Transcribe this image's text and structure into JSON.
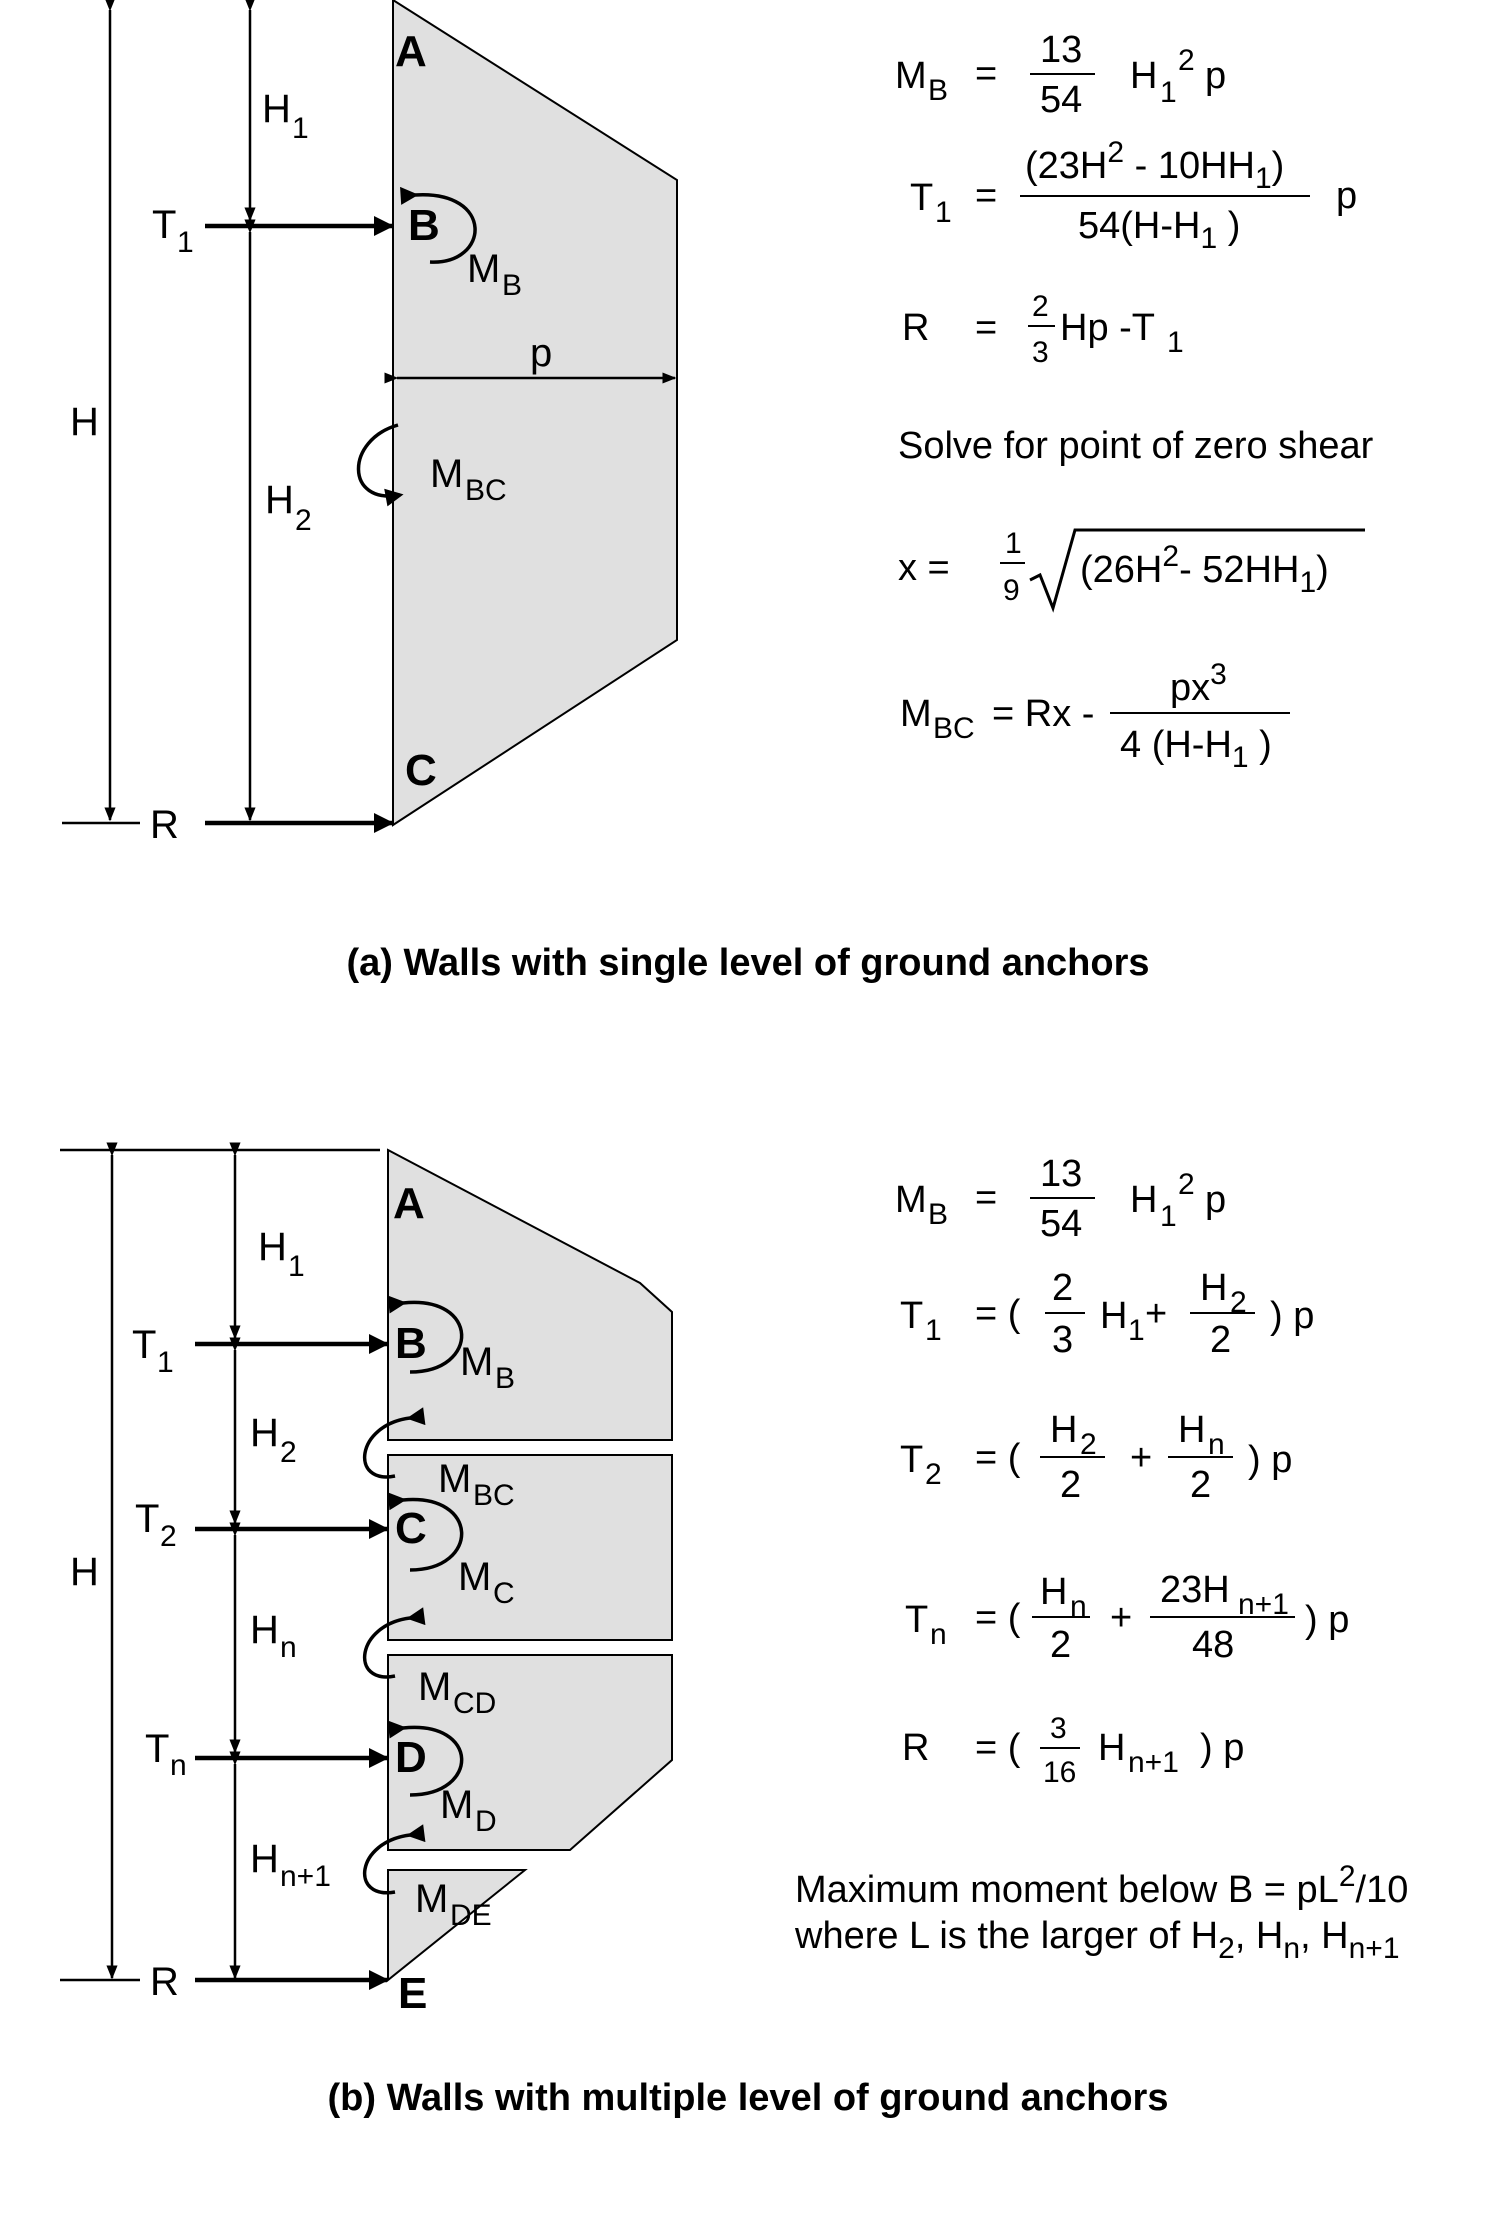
{
  "panel_a": {
    "points": {
      "a": "A",
      "b": "B",
      "c": "C"
    },
    "labels": {
      "h": "H",
      "h1": "H",
      "h1_sub": "1",
      "h2": "H",
      "h2_sub": "2",
      "t1": "T",
      "t1_sub": "1",
      "r": "R",
      "p": "p",
      "mb": "M",
      "mb_sub": "B",
      "mbc": "M",
      "mbc_sub": "BC"
    },
    "equations": {
      "mb_lhs": "M",
      "mb_lhs_sub": "B",
      "mb_eq": "=",
      "mb_num": "13",
      "mb_den": "54",
      "mb_rhs": "H",
      "mb_rhs_sub": "1",
      "mb_rhs_sup": "2",
      "mb_rhs_p": "p",
      "t1_lhs": "T",
      "t1_lhs_sub": "1",
      "t1_eq": "=",
      "t1_num": "(23H",
      "t1_num_sup": "2",
      "t1_num_b": " - 10HH",
      "t1_num_sub": "1",
      "t1_num_c": ")",
      "t1_den": "54(H-H",
      "t1_den_sub": "1",
      "t1_den_c": " )",
      "t1_p": "p",
      "r_lhs": "R",
      "r_eq": "=",
      "r_num": "2",
      "r_den": "3",
      "r_rhs": "Hp -T",
      "r_rhs_sub": "1",
      "solve": "Solve for point of zero shear",
      "x_lhs": "x =",
      "x_num": "1",
      "x_den": "9",
      "x_rad": "(26H",
      "x_rad_sup": "2",
      "x_rad_b": "-  52HH",
      "x_rad_sub": "1",
      "x_rad_c": ")",
      "mbc_lhs": "M",
      "mbc_lhs_sub": "BC",
      "mbc_eq": "= Rx -",
      "mbc_num": "px",
      "mbc_num_sup": "3",
      "mbc_den": "4 (H-H",
      "mbc_den_sub": "1",
      "mbc_den_c": " )"
    },
    "caption": "(a) Walls with single level of ground anchors"
  },
  "panel_b": {
    "points": {
      "a": "A",
      "b": "B",
      "c": "C",
      "d": "D",
      "e": "E"
    },
    "labels": {
      "h": "H",
      "h1": "H",
      "h1_sub": "1",
      "h2": "H",
      "h2_sub": "2",
      "hn": "H",
      "hn_sub": "n",
      "hn1": "H",
      "hn1_sub": "n+1",
      "t1": "T",
      "t1_sub": "1",
      "t2": "T",
      "t2_sub": "2",
      "tn": "T",
      "tn_sub": "n",
      "r": "R",
      "mb": "M",
      "mb_sub": "B",
      "mbc": "M",
      "mbc_sub": "BC",
      "mc": "M",
      "mc_sub": "C",
      "mcd": "M",
      "mcd_sub": "CD",
      "md": "M",
      "md_sub": "D",
      "mde": "M",
      "mde_sub": "DE"
    },
    "equations": {
      "mb_lhs": "M",
      "mb_lhs_sub": "B",
      "mb_eq": "=",
      "mb_num": "13",
      "mb_den": "54",
      "mb_rhs": "H",
      "mb_rhs_sub": "1",
      "mb_rhs_sup": "2",
      "mb_rhs_p": "p",
      "t1_lhs": "T",
      "t1_lhs_sub": "1",
      "t1_eq": "= (",
      "t1_num": "2",
      "t1_den": "3",
      "t1_mid": "H",
      "t1_mid_sub": "1",
      "t1_plus": "+",
      "t1_num2": "H",
      "t1_num2_sub": "2",
      "t1_den2": "2",
      "t1_close": ") p",
      "t2_lhs": "T",
      "t2_lhs_sub": "2",
      "t2_eq": "= (",
      "t2_num": "H",
      "t2_num_sub": "2",
      "t2_den": "2",
      "t2_plus": "+",
      "t2_num2": "H",
      "t2_num2_sub": "n",
      "t2_den2": "2",
      "t2_close": ") p",
      "tn_lhs": "T",
      "tn_lhs_sub": "n",
      "tn_eq": "= (",
      "tn_num": "H",
      "tn_num_sub": "n",
      "tn_den": "2",
      "tn_plus": "+",
      "tn_num2": "23H",
      "tn_num2_sub": "n+1",
      "tn_den2": "48",
      "tn_close": ") p",
      "r_lhs": "R",
      "r_eq": "= (",
      "r_num": "3",
      "r_den": "16",
      "r_mid": "H",
      "r_mid_sub": "n+1",
      "r_close": ") p",
      "note1": "Maximum moment below B = pL",
      "note1_sup": "2",
      "note1_end": "/10",
      "note2": "where L is the larger of H",
      "note2_sub1": "2",
      "note2_b": ", H",
      "note2_sub2": "n",
      "note2_c": ", H",
      "note2_sub3": "n+1"
    },
    "caption": "(b) Walls with multiple level of ground anchors"
  }
}
